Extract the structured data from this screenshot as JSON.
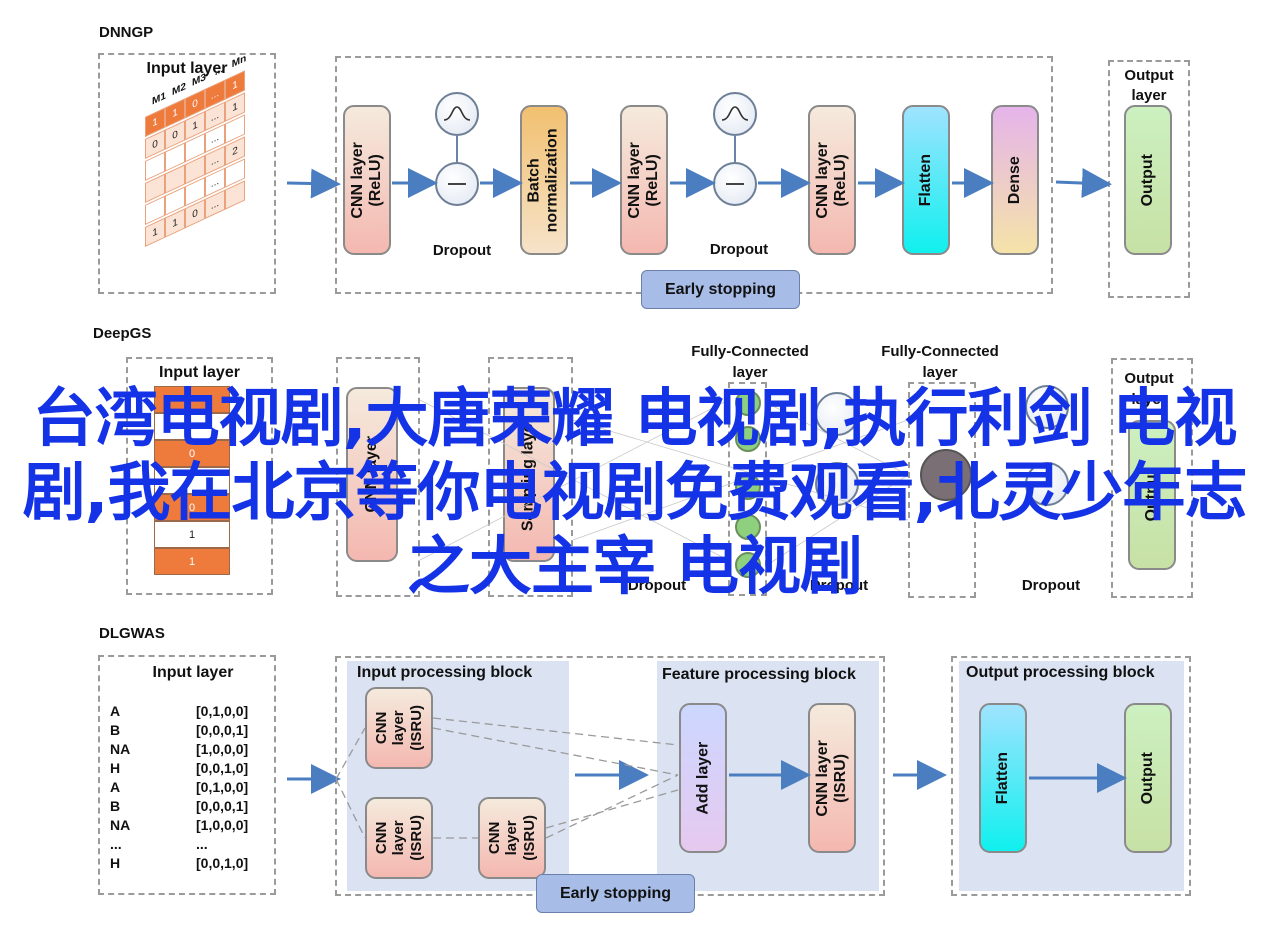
{
  "dnngp": {
    "title": "DNNGP",
    "input_title": "Input layer",
    "grid_headers": [
      "M1",
      "M2",
      "M3",
      "...",
      "Mn"
    ],
    "grid_rows": [
      [
        "1",
        "1",
        "0",
        "...",
        "1"
      ],
      [
        "0",
        "0",
        "1",
        "...",
        "1"
      ],
      [
        "",
        "",
        "",
        "...",
        ""
      ],
      [
        "",
        "",
        "",
        "...",
        "2"
      ],
      [
        "",
        "",
        "",
        "...",
        ""
      ],
      [
        "1",
        "1",
        "0",
        "...",
        ""
      ]
    ],
    "cnn1": [
      "CNN layer",
      "(ReLU)"
    ],
    "dropout1": "Dropout",
    "batch": [
      "Batch",
      "normalization"
    ],
    "cnn2": [
      "CNN layer",
      "(ReLU)"
    ],
    "dropout2": "Dropout",
    "cnn3": [
      "CNN layer",
      "(ReLU)"
    ],
    "flatten": "Flatten",
    "dense": "Dense",
    "early_stopping": "Early stopping",
    "output_title": [
      "Output",
      "layer"
    ],
    "output": "Output"
  },
  "deepgs": {
    "title": "DeepGS",
    "input_title": "Input layer",
    "input_values": [
      "",
      "",
      "0",
      "",
      "0",
      "1",
      "1"
    ],
    "cnn": "CNN layer",
    "sampling": "Sampling layer",
    "fc1": [
      "Fully-Connected",
      "layer"
    ],
    "fc2": [
      "Fully-Connected",
      "layer"
    ],
    "dropout1": "Dropout",
    "dropout2": "Dropout",
    "dropout3": "Dropout",
    "output_title": [
      "Output",
      "layer"
    ],
    "output": "Output"
  },
  "dlgwas": {
    "title": "DLGWAS",
    "input_title": "Input layer",
    "input_rows": [
      {
        "base": "A",
        "code": "[0,1,0,0]"
      },
      {
        "base": "B",
        "code": "[0,0,0,1]"
      },
      {
        "base": "NA",
        "code": "[1,0,0,0]"
      },
      {
        "base": "H",
        "code": "[0,0,1,0]"
      },
      {
        "base": "A",
        "code": "[0,1,0,0]"
      },
      {
        "base": "B",
        "code": "[0,0,0,1]"
      },
      {
        "base": "NA",
        "code": "[1,0,0,0]"
      },
      {
        "base": "...",
        "code": "..."
      },
      {
        "base": "H",
        "code": "[0,0,1,0]"
      }
    ],
    "input_block_title": "Input processing block",
    "feature_block_title": "Feature processing block",
    "output_block_title": "Output processing block",
    "cnn_isru_a": [
      "CNN",
      "layer",
      "(ISRU)"
    ],
    "cnn_isru_b": [
      "CNN",
      "layer",
      "(ISRU)"
    ],
    "cnn_isru_c": [
      "CNN",
      "layer",
      "(ISRU)"
    ],
    "add_layer": "Add layer",
    "cnn_isru_d": [
      "CNN layer",
      "(ISRU)"
    ],
    "flatten": "Flatten",
    "output": "Output",
    "early_stopping": "Early stopping"
  },
  "overlay_text": "台湾电视剧,大唐荣耀 电视剧,执行利剑 电视剧,我在北京等你电视剧免费观看,北灵少年志之大主宰 电视剧",
  "colors": {
    "arrow": "#4a7ec0",
    "overlay": "#1432e6",
    "block_bg": "#dbe3f3",
    "early_stopping_bg": "#a7bde8"
  }
}
